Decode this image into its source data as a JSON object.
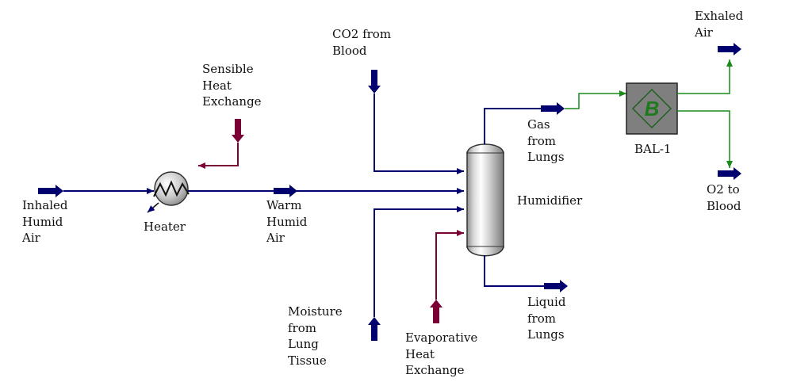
{
  "colors": {
    "material_stream": "#00006e",
    "heat_stream": "#7a0036",
    "outlet_stream": "#1a8a1a",
    "vessel_outline": "#333333",
    "block_fill": "#7f7f7f",
    "block_letter": "#1f7a1f"
  },
  "streams": {
    "inhaled_humid_air": "Inhaled\nHumid\nAir",
    "sensible_heat_exchange": "Sensible\nHeat\nExchange",
    "warm_humid_air": "Warm\nHumid\nAir",
    "co2_from_blood": "CO2 from\nBlood",
    "moisture_from_lung_tissue": "Moisture\nfrom\nLung\nTissue",
    "evaporative_heat_exchange": "Evaporative\nHeat\nExchange",
    "gas_from_lungs": "Gas\nfrom\nLungs",
    "liquid_from_lungs": "Liquid\nfrom\nLungs",
    "exhaled_air": "Exhaled\nAir",
    "o2_to_blood": "O2 to\nBlood"
  },
  "blocks": {
    "heater": "Heater",
    "humidifier": "Humidifier",
    "bal_1": "BAL-1",
    "bal_1_symbol": "B"
  }
}
